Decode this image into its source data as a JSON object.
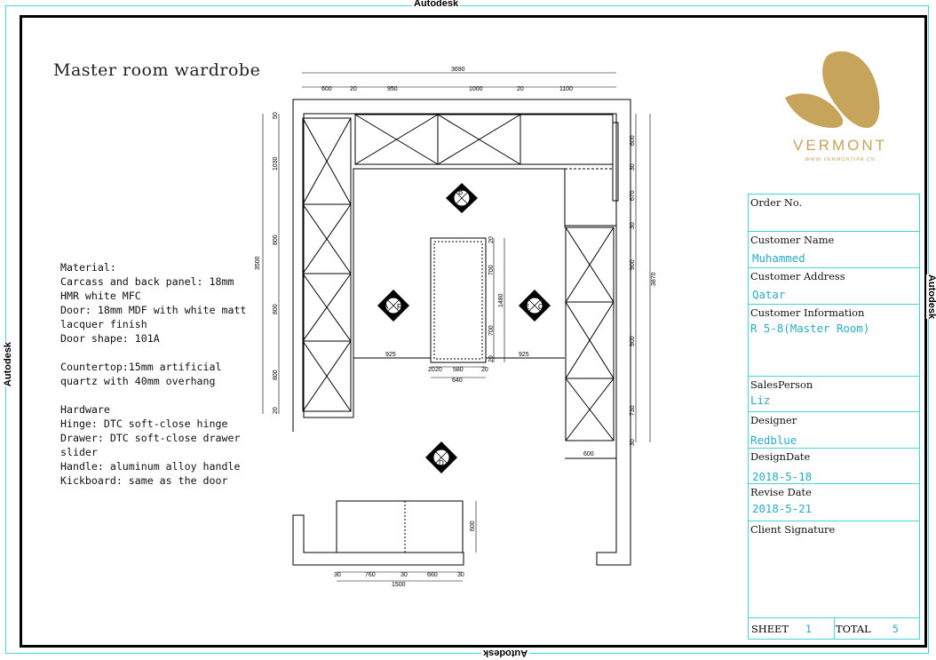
{
  "frame": {
    "top_label": "Autodesk",
    "bottom_label": "Autodesk",
    "left_label": "Autodesk",
    "right_label": "Autodesk"
  },
  "title": "Master room wardrobe",
  "notes": {
    "material_heading": "Material:",
    "material_lines": [
      "Carcass and back panel: 18mm",
      "HMR white MFC",
      "Door: 18mm MDF with white matt",
      "lacquer finish",
      "Door shape: 101A"
    ],
    "countertop_lines": [
      "Countertop:15mm artificial",
      "quartz with 40mm overhang"
    ],
    "hardware_heading": "Hardware",
    "hardware_lines": [
      "Hinge: DTC soft-close hinge",
      "Drawer: DTC soft-close drawer",
      "slider",
      "Handle: aluminum alloy handle",
      "Kickboard: same as the door"
    ]
  },
  "plan": {
    "top_total": "3690",
    "top_segments": [
      "600",
      "20",
      "950",
      "1000",
      "20",
      "1100"
    ],
    "left_total": "3500",
    "left_segments": [
      "50",
      "1030",
      "800",
      "800",
      "800",
      "20"
    ],
    "right_total": "3870",
    "right_segments": [
      "600",
      "30",
      "670",
      "30",
      "900",
      "900",
      "730",
      "30"
    ],
    "island_height": "1480",
    "island_segments": [
      "20",
      "700",
      "700",
      "20"
    ],
    "island_width": "640",
    "island_bottom_segments": [
      "20",
      "20",
      "580",
      "20"
    ],
    "left_gap": "925",
    "right_gap": "925",
    "right_depth": "600",
    "bottom_total": "1500",
    "bottom_segments": [
      "30",
      "760",
      "30",
      "660",
      "30"
    ],
    "bottom_depth": "600",
    "view_markers": [
      {
        "id": "marker-b",
        "letters": [
          "B"
        ]
      },
      {
        "id": "marker-af",
        "letters": [
          "A",
          "F"
        ]
      },
      {
        "id": "marker-ec",
        "letters": [
          "E",
          "C"
        ]
      },
      {
        "id": "marker-d",
        "letters": [
          "D"
        ]
      }
    ]
  },
  "logo": {
    "brand": "VERMONT",
    "url": "WWW.VERMONTIPA.CN",
    "color": "#c6a45c"
  },
  "title_block": {
    "order_no_label": "Order No.",
    "order_no_value": "",
    "customer_name_label": "Customer Name",
    "customer_name_value": "Muhammed",
    "customer_address_label": "Customer Address",
    "customer_address_value": "Qatar",
    "customer_info_label": "Customer Information",
    "customer_info_value": "R 5-8(Master Room)",
    "salesperson_label": "SalesPerson",
    "salesperson_value": "Liz",
    "designer_label": "Designer",
    "designer_value": "Redblue",
    "design_date_label": "DesignDate",
    "design_date_value": "2018-5-18",
    "revise_date_label": "Revise Date",
    "revise_date_value": "2018-5-21",
    "signature_label": "Client  Signature",
    "sheet_label": "SHEET",
    "sheet_value": "1",
    "total_label": "TOTAL",
    "total_value": "5",
    "accent_color": "#2aa9c9",
    "border_color": "#3fd7dc"
  }
}
